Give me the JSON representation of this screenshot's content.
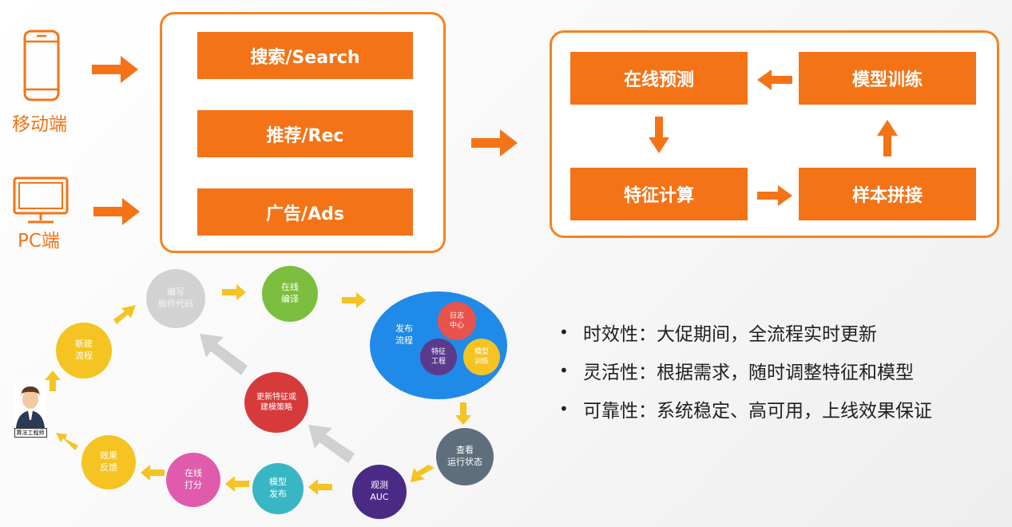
{
  "clients": {
    "mobile_label": "移动端",
    "pc_label": "PC端"
  },
  "services": {
    "items": [
      "搜索/Search",
      "推荐/Rec",
      "广告/Ads"
    ]
  },
  "loop": {
    "online_predict": "在线预测",
    "model_train": "模型训练",
    "feature_compute": "特征计算",
    "sample_join": "样本拼接"
  },
  "workflow": {
    "write_code": "编写\n脚件代码",
    "online_edit": "在线\n编译",
    "publish_flow": "发布\n流程",
    "log_center": "日志\n中心",
    "feature_eng": "特征\n工程",
    "model_train_small": "模型\n训练",
    "new_flow": "新建\n流程",
    "update_strategy": "更新特征或\n建模策略",
    "check_status": "查看\n运行状态",
    "observe_auc": "观测\nAUC",
    "model_publish": "模型\n发布",
    "online_score": "在线\n打分",
    "effect_feedback": "效果\n反馈",
    "engineer_label": "算法工程师"
  },
  "bullets": [
    "时效性：大促期间，全流程实时更新",
    "灵活性：根据需求，随时调整特征和模型",
    "可靠性：系统稳定、高可用，上线效果保证"
  ],
  "colors": {
    "orange": "#f47316",
    "arrow_yellow": "#f5c322",
    "gray_arrow": "#c9c9c9"
  }
}
